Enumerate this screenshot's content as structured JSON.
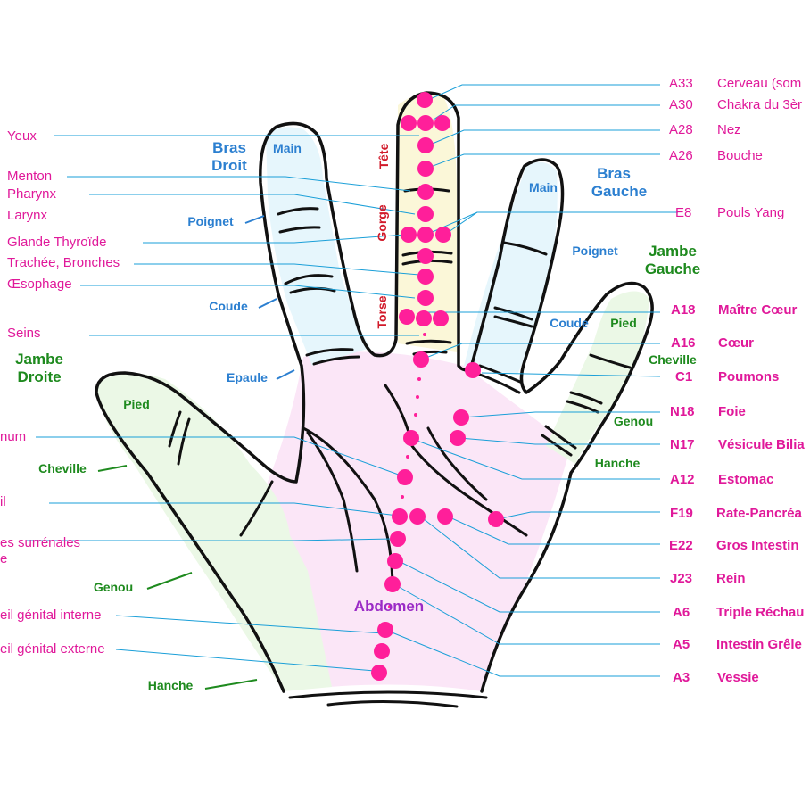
{
  "colors": {
    "magenta": "#e0199a",
    "blue": "#2b7fd0",
    "green": "#1e8a1e",
    "red": "#d11a2a",
    "purple": "#9b2bc6",
    "leader": "#1a9fd8",
    "point": "#ff1f9a",
    "zone_palm": "#fbe6f7",
    "zone_arm": "#e6f6fc",
    "zone_leg": "#ebf8e6",
    "zone_head": "#fbf7d8"
  },
  "left_labels": [
    "Yeux",
    "Menton",
    "Pharynx",
    "Larynx",
    "Glande Thyroïde",
    "Trachée, Bronches",
    "Œsophage",
    "Seins",
    "num",
    "il",
    "es surrénales",
    "e",
    "eil génital interne",
    "eil génital externe"
  ],
  "right_labels": [
    {
      "code": "A33",
      "name": "Cerveau (som"
    },
    {
      "code": "A30",
      "name": "Chakra du 3èr"
    },
    {
      "code": "A28",
      "name": "Nez"
    },
    {
      "code": "A26",
      "name": "Bouche"
    },
    {
      "code": "E8",
      "name": "Pouls Yang"
    },
    {
      "code": "A18",
      "name": "Maître Cœur"
    },
    {
      "code": "A16",
      "name": "Cœur"
    },
    {
      "code": "C1",
      "name": "Poumons"
    },
    {
      "code": "N18",
      "name": "Foie"
    },
    {
      "code": "N17",
      "name": "Vésicule Bilia"
    },
    {
      "code": "A12",
      "name": "Estomac"
    },
    {
      "code": "F19",
      "name": "Rate-Pancréa"
    },
    {
      "code": "E22",
      "name": "Gros Intestin"
    },
    {
      "code": "J23",
      "name": "Rein"
    },
    {
      "code": "A6",
      "name": "Triple Réchau"
    },
    {
      "code": "A5",
      "name": "Intestin Grêle"
    },
    {
      "code": "A3",
      "name": "Vessie"
    }
  ],
  "zones": {
    "bras_droit_1": "Bras",
    "bras_droit_2": "Droit",
    "bras_gauche_1": "Bras",
    "bras_gauche_2": "Gauche",
    "jambe_droite_1": "Jambe",
    "jambe_droite_2": "Droite",
    "jambe_gauche_1": "Jambe",
    "jambe_gauche_2": "Gauche",
    "main_left": "Main",
    "main_right": "Main",
    "poignet_left": "Poignet",
    "poignet_right": "Poignet",
    "coude_left": "Coude",
    "coude_right": "Coude",
    "epaule": "Epaule",
    "pied_left": "Pied",
    "pied_right": "Pied",
    "cheville_left": "Cheville",
    "cheville_right": "Cheville",
    "genou_left": "Genou",
    "genou_right": "Genou",
    "hanche_left": "Hanche",
    "hanche_right": "Hanche",
    "tete": "Tête",
    "gorge": "Gorge",
    "torse": "Torse",
    "abdomen": "Abdomen"
  }
}
